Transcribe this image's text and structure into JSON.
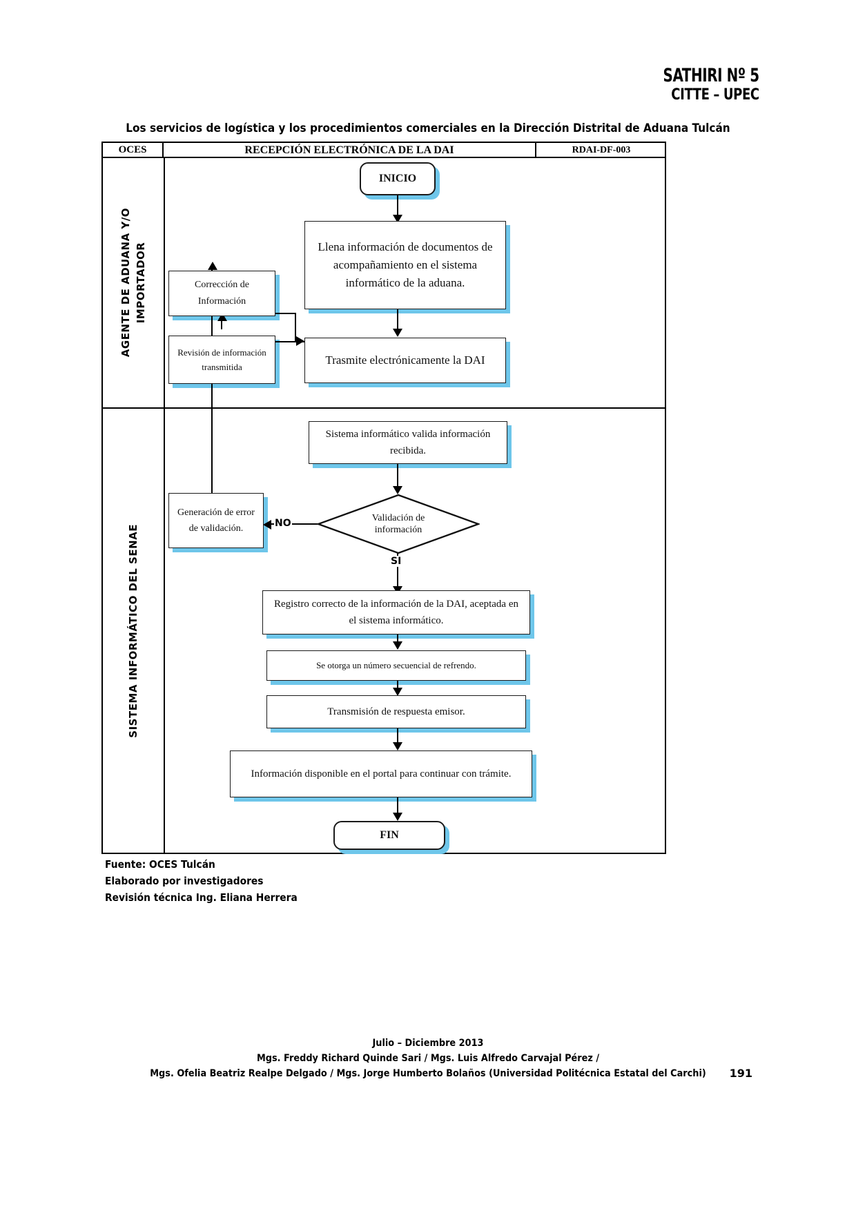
{
  "header": {
    "line1": "SATHIRI Nº 5",
    "line2": "CITTE – UPEC"
  },
  "document_title": "Los servicios de logística y los procedimientos comerciales en la Dirección Distrital de Aduana Tulcán",
  "table": {
    "columns": {
      "left": "OCES",
      "center": "RECEPCIÓN  ELECTRÓNICA  DE LA DAI",
      "right": "RDAI-DF-003"
    },
    "lanes": [
      {
        "label": "AGENTE DE ADUANA Y/O\nIMPORTADOR"
      },
      {
        "label": "SISTEMA INFORMÁTICO  DEL SENAE"
      }
    ]
  },
  "flowchart": {
    "type": "flowchart",
    "shadow_color": "#6ec6ea",
    "nodes": [
      {
        "id": "inicio",
        "shape": "terminator",
        "lane": 0,
        "text": "INICIO"
      },
      {
        "id": "llena",
        "shape": "process",
        "lane": 0,
        "text": "Llena información de documentos de acompañamiento en el sistema informático de la aduana."
      },
      {
        "id": "correccion",
        "shape": "process",
        "lane": 0,
        "text": "Corrección  de  Información"
      },
      {
        "id": "trasmite",
        "shape": "process",
        "lane": 0,
        "text": "Trasmite electrónicamente la DAI"
      },
      {
        "id": "revision",
        "shape": "process",
        "lane": 0,
        "text": "Revisión de información transmitida"
      },
      {
        "id": "valida",
        "shape": "process",
        "lane": 1,
        "text": "Sistema informático  valida información  recibida."
      },
      {
        "id": "decision",
        "shape": "decision",
        "lane": 1,
        "text": "Validación  de información"
      },
      {
        "id": "error",
        "shape": "process",
        "lane": 1,
        "text": "Generación de error de validación."
      },
      {
        "id": "registro",
        "shape": "process",
        "lane": 1,
        "text": "Registro correcto  de la información  de la DAI, aceptada  en el sistema informático."
      },
      {
        "id": "refrendo",
        "shape": "process",
        "lane": 1,
        "text": "Se otorga un número secuencial de refrendo."
      },
      {
        "id": "transmision",
        "shape": "process",
        "lane": 1,
        "text": "Transmisión de respuesta emisor."
      },
      {
        "id": "portal",
        "shape": "process",
        "lane": 1,
        "text": "Información disponible en el portal  para continuar con  trámite."
      },
      {
        "id": "fin",
        "shape": "terminator",
        "lane": 1,
        "text": "FIN"
      }
    ],
    "branch_labels": {
      "no": "NO",
      "si": "SI"
    }
  },
  "notes": [
    "Fuente:  OCES Tulcán",
    "Elaborado  por  investigadores",
    "Revisión  técnica  Ing.  Eliana  Herrera"
  ],
  "footer": {
    "line1": "Julio – Diciembre  2013",
    "line2": "Mgs. Freddy  Richard  Quinde  Sari / Mgs. Luis Alfredo  Carvajal  Pérez /",
    "line3": "Mgs. Ofelia  Beatriz  Realpe  Delgado  / Mgs. Jorge  Humberto  Bolaños  (Universidad  Politécnica  Estatal  del Carchi)",
    "page_number": "191"
  }
}
